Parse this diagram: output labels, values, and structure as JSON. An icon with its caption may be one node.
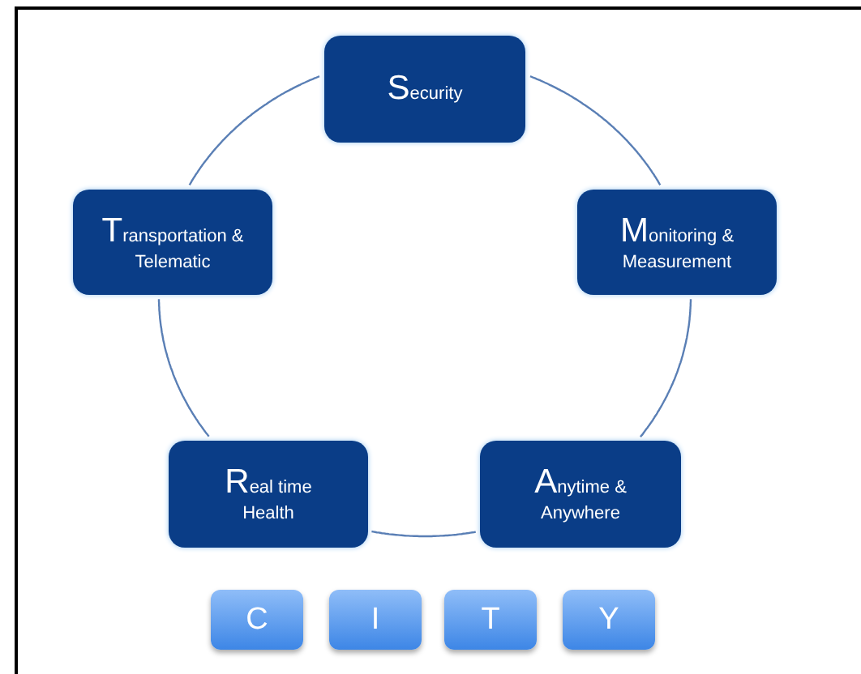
{
  "diagram": {
    "nodes": [
      {
        "text": [
          "Security"
        ]
      },
      {
        "text": [
          "Monitoring & Measurement"
        ]
      },
      {
        "text": [
          "Anytime & Anywhere"
        ]
      },
      {
        "text": [
          "Real time Health"
        ]
      },
      {
        "text": [
          "Transportation & Telematic"
        ]
      },
      {
        "text": [
          "C"
        ]
      },
      {
        "text": [
          "I"
        ]
      },
      {
        "text": [
          "T"
        ]
      },
      {
        "text": [
          "Y"
        ]
      }
    ],
    "edges": [
      {
        "from": 0,
        "to": 1,
        "arrow": "none"
      },
      {
        "from": 1,
        "to": 2,
        "arrow": "none"
      },
      {
        "from": 2,
        "to": 3,
        "arrow": "none"
      },
      {
        "from": 3,
        "to": 4,
        "arrow": "none"
      },
      {
        "from": 4,
        "to": 0,
        "arrow": "none"
      }
    ]
  }
}
